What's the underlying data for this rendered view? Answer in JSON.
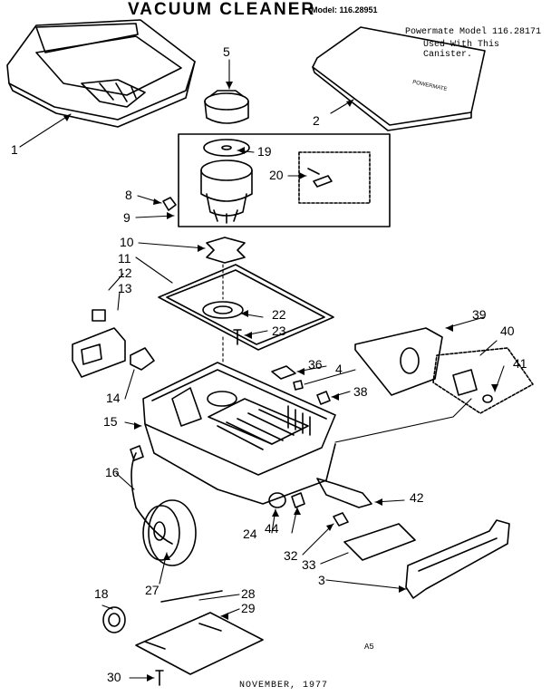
{
  "header": {
    "title": "VACUUM CLEANER",
    "model": "Model: 116.28951",
    "note_line1": "Powermate Model 116.28171",
    "note_line2": "Used  With This Canister."
  },
  "footer": {
    "date": "NOVEMBER, 1977",
    "code": "A5"
  },
  "parts": {
    "p1": "1",
    "p2": "2",
    "p3": "3",
    "p4": "4",
    "p5": "5",
    "p8": "8",
    "p9": "9",
    "p10": "10",
    "p11": "11",
    "p12": "12",
    "p13": "13",
    "p14": "14",
    "p15": "15",
    "p16": "16",
    "p18": "18",
    "p19": "19",
    "p20": "20",
    "p22": "22",
    "p23": "23",
    "p24": "24",
    "p27": "27",
    "p28": "28",
    "p29": "29",
    "p30": "30",
    "p32": "32",
    "p33": "33",
    "p36": "36",
    "p38": "38",
    "p39": "39",
    "p40": "40",
    "p41": "41",
    "p42": "42",
    "p44": "44"
  },
  "cover_label": "POWERMATE"
}
